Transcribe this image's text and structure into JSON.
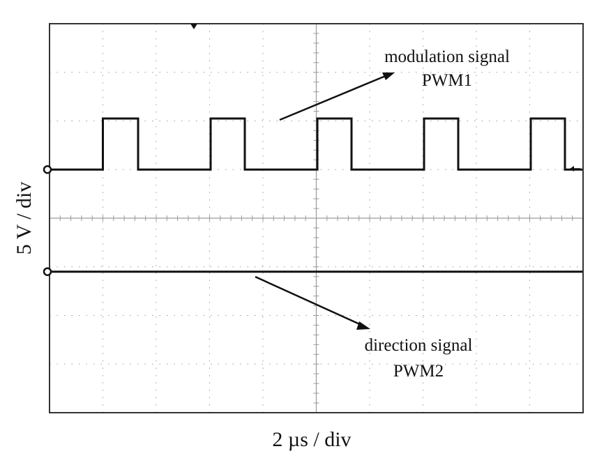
{
  "chart_data": {
    "type": "line",
    "title": "",
    "xlabel": "2 µs / div",
    "ylabel": "5 V / div",
    "grid": true,
    "xlim": [
      0,
      20
    ],
    "ylim": [
      -20,
      20
    ],
    "x_divisions": 10,
    "y_divisions": 8,
    "series": [
      {
        "name": "PWM1",
        "points": [
          [
            0,
            0
          ],
          [
            1,
            0
          ],
          [
            1,
            1
          ],
          [
            1.66,
            1
          ],
          [
            1.66,
            0
          ],
          [
            3.02,
            0
          ],
          [
            3.02,
            1
          ],
          [
            3.66,
            1
          ],
          [
            3.66,
            0
          ],
          [
            5.02,
            0
          ],
          [
            5.02,
            1
          ],
          [
            5.66,
            1
          ],
          [
            5.66,
            0
          ],
          [
            7.02,
            0
          ],
          [
            7.02,
            1
          ],
          [
            7.66,
            1
          ],
          [
            7.66,
            0
          ],
          [
            9.02,
            0
          ],
          [
            9.02,
            1
          ],
          [
            9.66,
            1
          ],
          [
            9.66,
            0
          ],
          [
            10,
            0
          ]
        ]
      },
      {
        "name": "PWM2",
        "points": [
          [
            0,
            0
          ],
          [
            10,
            0
          ]
        ]
      }
    ],
    "annotations": [
      {
        "line1": "modulation signal",
        "line2": "PWM1",
        "target": "PWM1"
      },
      {
        "line1": "direction signal",
        "line2": "PWM2",
        "target": "PWM2"
      }
    ],
    "channel_markers": [
      "1",
      "2"
    ],
    "trigger_marker": "T"
  },
  "colors": {
    "trace": "#111111",
    "grid": "#9a9a9a",
    "frame": "#333333",
    "background": "#ffffff"
  }
}
